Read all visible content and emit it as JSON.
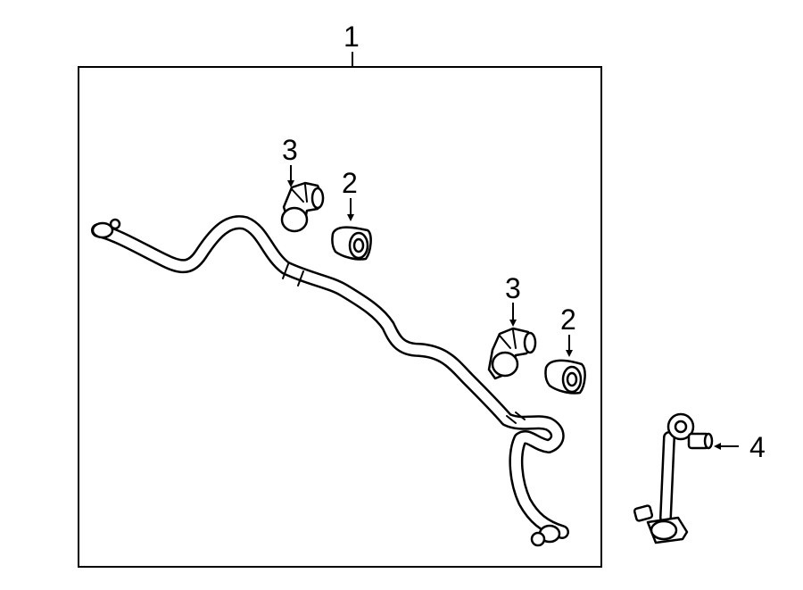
{
  "callouts": {
    "assembly": "1",
    "bushing_upper": "2",
    "bushing_lower": "2",
    "bracket_upper": "3",
    "bracket_lower": "3",
    "link": "4"
  }
}
